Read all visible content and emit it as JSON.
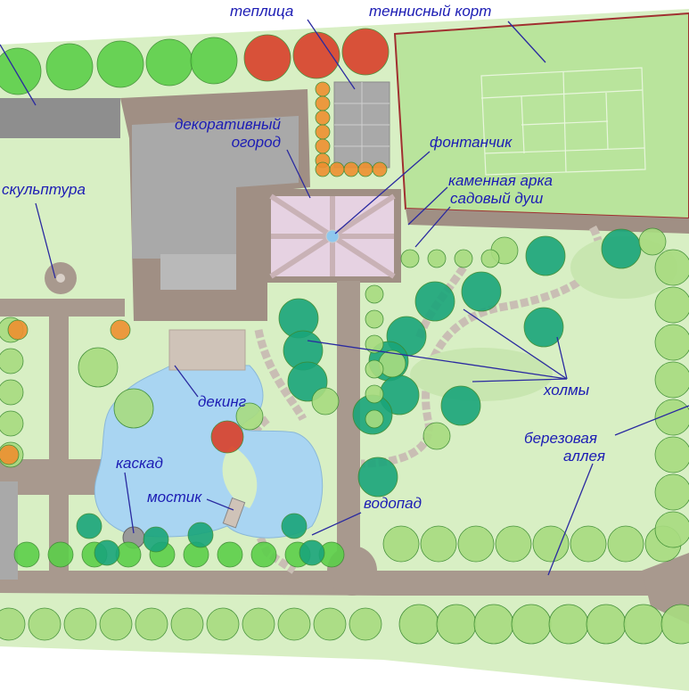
{
  "labels": {
    "greenhouse": "теплица",
    "tennis_court": "теннисный корт",
    "decorative_garden_1": "декоративный",
    "decorative_garden_2": "огород",
    "fountain": "фонтанчик",
    "stone_arch": "каменная арка",
    "garden_shower": "садовый душ",
    "sculpture": "скульптура",
    "hills": "холмы",
    "birch_alley_1": "березовая",
    "birch_alley_2": "аллея",
    "decking": "декинг",
    "cascade": "каскад",
    "bridge": "мостик",
    "waterfall": "водопад"
  },
  "colors": {
    "lawn": "#d8efc4",
    "court": "#b9e49c",
    "court_border": "#a03030",
    "house": "#a9a9a9",
    "paving": "#a08f84",
    "courtyard": "#e6d2e2",
    "water": "#a9d5f2",
    "label": "#1c1cb4"
  }
}
